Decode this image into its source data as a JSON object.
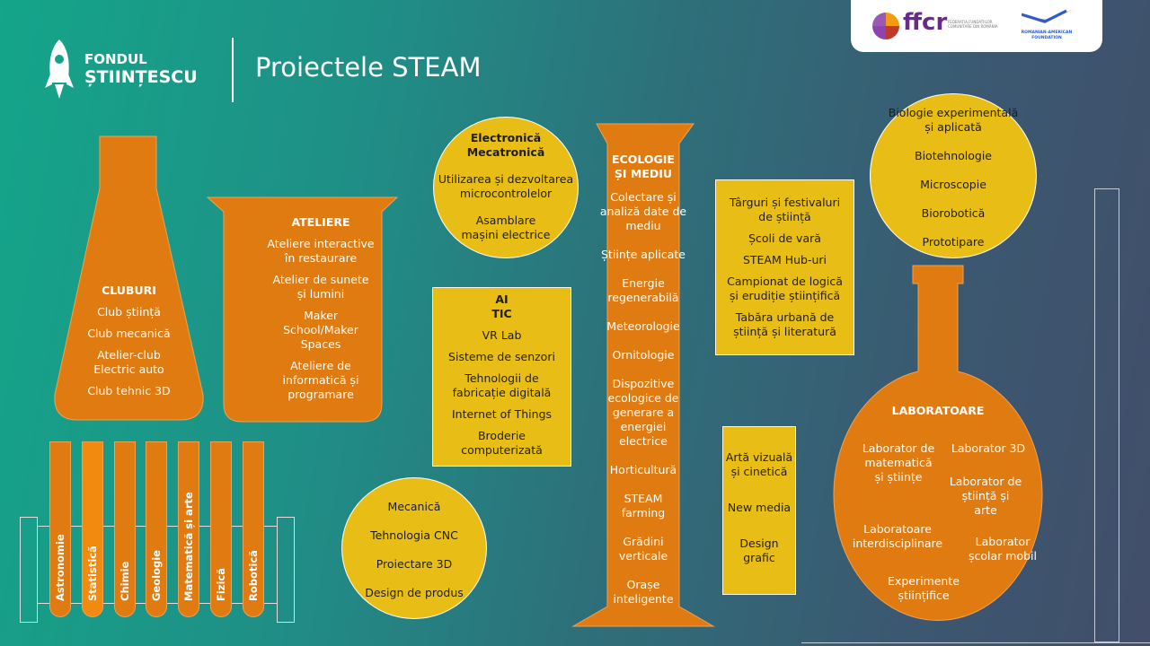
{
  "header": {
    "brand_line1": "FONDUL",
    "brand_line2": "ȘTIINȚESCU",
    "title": "Proiectele STEAM"
  },
  "partners": {
    "ffcr": "ffcr",
    "ffcr_sub": "FEDERAȚIA FUNDAȚIILOR COMUNITARE DIN ROMÂNIA",
    "raf": "ROMANIAN-AMERICAN FOUNDATION"
  },
  "colors": {
    "orange": "#E07B12",
    "yellow": "#E8BE16"
  },
  "cluburi": {
    "title": "CLUBURI",
    "items": [
      "Club știință",
      "Club mecanică",
      "Atelier-club Electric auto",
      "Club tehnic 3D"
    ]
  },
  "ateliere": {
    "title": "ATELIERE",
    "items": [
      "Ateliere interactive în restaurare",
      "Atelier de sunete și lumini",
      "Maker School/Maker Spaces",
      "Ateliere de informatică și programare"
    ]
  },
  "tubes": [
    "Astronomie",
    "Statistică",
    "Chimie",
    "Geologie",
    "Matematică și arte",
    "Fizică",
    "Robotică"
  ],
  "electronica": {
    "title1": "Electronică",
    "title2": "Mecatronică",
    "items": [
      "Utilizarea și dezvoltarea microcontrolelor",
      "Asamblare mașini electrice"
    ]
  },
  "ai": {
    "title1": "AI",
    "title2": "TIC",
    "items": [
      "VR Lab",
      "Sisteme de senzori",
      "Tehnologii de fabricație digitală",
      "Internet of Things",
      "Broderie computerizată"
    ]
  },
  "mecanica": {
    "items": [
      "Mecanică",
      "Tehnologia CNC",
      "Proiectare 3D",
      "Design de produs"
    ]
  },
  "ecologie": {
    "title1": "ECOLOGIE",
    "title2": "ȘI MEDIU",
    "items": [
      "Colectare și analiză date de mediu",
      "Științe aplicate",
      "Energie regenerabilă",
      "Meteorologie",
      "Ornitologie",
      "Dispozitive ecologice de generare a energiei electrice",
      "Horticultură",
      "STEAM farming",
      "Grădini verticale",
      "Orașe inteligente"
    ]
  },
  "targuri": {
    "items": [
      "Târguri și festivaluri de știință",
      "Școli de vară",
      "STEAM Hub-uri",
      "Campionat de logică și erudiție științifică",
      "Tabăra urbană de știință și literatură"
    ]
  },
  "arta": {
    "items": [
      "Artă vizuală și cinetică",
      "New media",
      "Design grafic"
    ]
  },
  "biologie": {
    "items": [
      "Biologie experimentală și aplicată",
      "Biotehnologie",
      "Microscopie",
      "Biorobotică",
      "Prototipare"
    ]
  },
  "laboratoare": {
    "title": "LABORATOARE",
    "items": [
      "Laborator de matematică și științe",
      "Laborator 3D",
      "Laborator de știință și arte",
      "Laboratoare interdisciplinare",
      "Laborator școlar mobil",
      "Experimente științifice"
    ]
  }
}
